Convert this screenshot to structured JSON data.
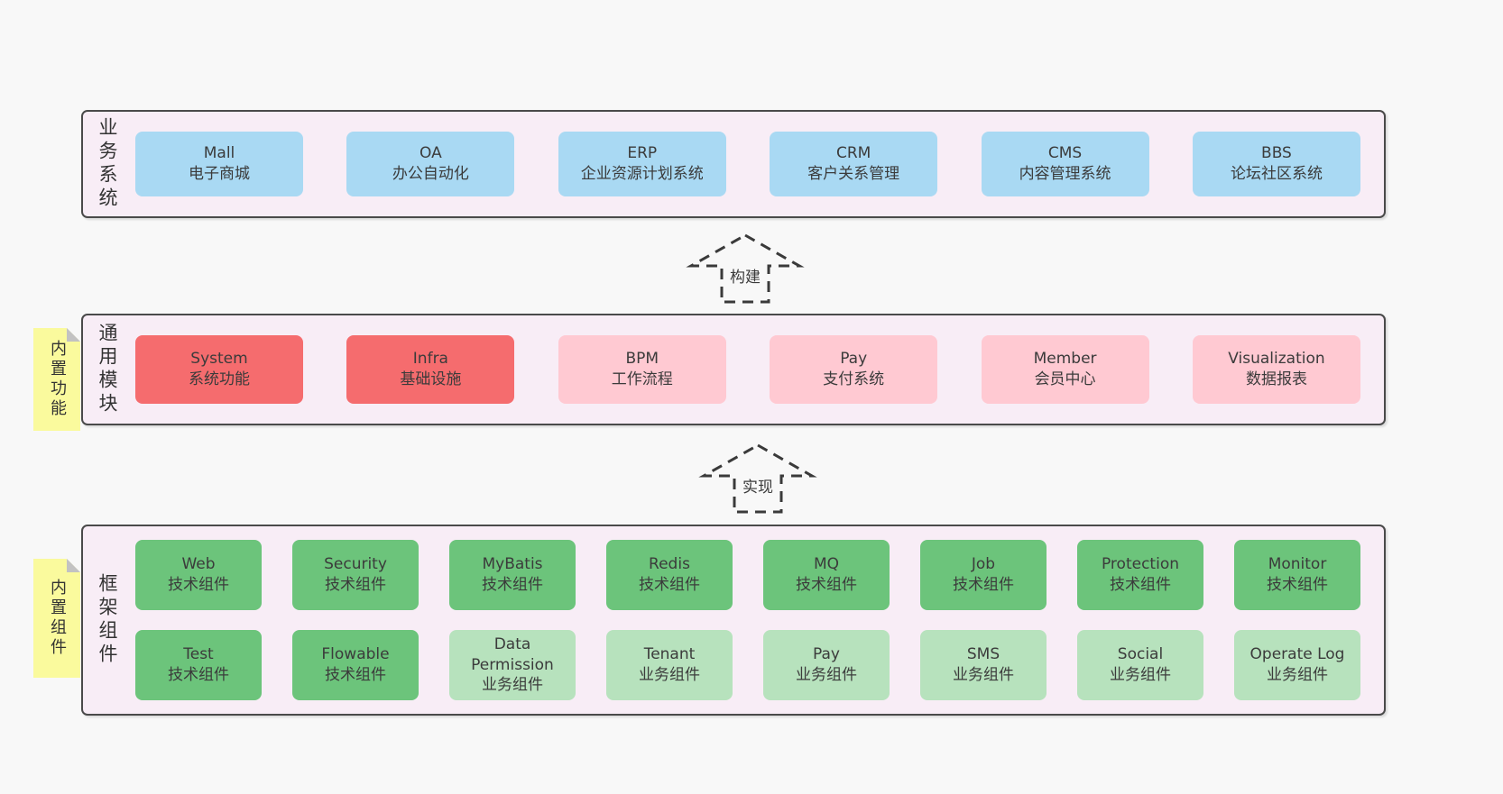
{
  "colors": {
    "blue": "#a9d9f3",
    "red": "#f56c6e",
    "pink": "#ffc9d2",
    "green": "#6cc47b",
    "lightgreen": "#b7e2bd",
    "panel_bg": "#f8edf6",
    "sticky_bg": "#fafa9d",
    "border": "#4a4a4a",
    "page_bg": "#f8f8f8"
  },
  "sections": [
    {
      "name": "business-systems",
      "side_label": "业务系统",
      "rows": [
        [
          {
            "title": "Mall",
            "subtitle": "电子商城",
            "variant": "blue"
          },
          {
            "title": "OA",
            "subtitle": "办公自动化",
            "variant": "blue"
          },
          {
            "title": "ERP",
            "subtitle": "企业资源计划系统",
            "variant": "blue"
          },
          {
            "title": "CRM",
            "subtitle": "客户关系管理",
            "variant": "blue"
          },
          {
            "title": "CMS",
            "subtitle": "内容管理系统",
            "variant": "blue"
          },
          {
            "title": "BBS",
            "subtitle": "论坛社区系统",
            "variant": "blue"
          }
        ]
      ]
    },
    {
      "name": "common-modules",
      "side_label": "通用模块",
      "sticky": "内置功能",
      "rows": [
        [
          {
            "title": "System",
            "subtitle": "系统功能",
            "variant": "red"
          },
          {
            "title": "Infra",
            "subtitle": "基础设施",
            "variant": "red"
          },
          {
            "title": "BPM",
            "subtitle": "工作流程",
            "variant": "pink"
          },
          {
            "title": "Pay",
            "subtitle": "支付系统",
            "variant": "pink"
          },
          {
            "title": "Member",
            "subtitle": "会员中心",
            "variant": "pink"
          },
          {
            "title": "Visualization",
            "subtitle": "数据报表",
            "variant": "pink"
          }
        ]
      ]
    },
    {
      "name": "framework-components",
      "side_label": "框架组件",
      "sticky": "内置组件",
      "rows": [
        [
          {
            "title": "Web",
            "subtitle": "技术组件",
            "variant": "green"
          },
          {
            "title": "Security",
            "subtitle": "技术组件",
            "variant": "green"
          },
          {
            "title": "MyBatis",
            "subtitle": "技术组件",
            "variant": "green"
          },
          {
            "title": "Redis",
            "subtitle": "技术组件",
            "variant": "green"
          },
          {
            "title": "MQ",
            "subtitle": "技术组件",
            "variant": "green"
          },
          {
            "title": "Job",
            "subtitle": "技术组件",
            "variant": "green"
          },
          {
            "title": "Protection",
            "subtitle": "技术组件",
            "variant": "green"
          },
          {
            "title": "Monitor",
            "subtitle": "技术组件",
            "variant": "green"
          }
        ],
        [
          {
            "title": "Test",
            "subtitle": "技术组件",
            "variant": "green"
          },
          {
            "title": "Flowable",
            "subtitle": "技术组件",
            "variant": "green"
          },
          {
            "title": "Data Permission",
            "subtitle": "业务组件",
            "variant": "lightgreen"
          },
          {
            "title": "Tenant",
            "subtitle": "业务组件",
            "variant": "lightgreen"
          },
          {
            "title": "Pay",
            "subtitle": "业务组件",
            "variant": "lightgreen"
          },
          {
            "title": "SMS",
            "subtitle": "业务组件",
            "variant": "lightgreen"
          },
          {
            "title": "Social",
            "subtitle": "业务组件",
            "variant": "lightgreen"
          },
          {
            "title": "Operate Log",
            "subtitle": "业务组件",
            "variant": "lightgreen"
          }
        ]
      ]
    }
  ],
  "arrows": [
    {
      "label": "构建"
    },
    {
      "label": "实现"
    }
  ]
}
